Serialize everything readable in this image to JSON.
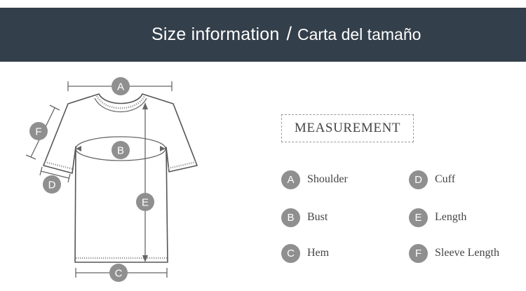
{
  "banner": {
    "title_en": "Size information",
    "separator": "/",
    "title_es": "Carta del tamaño",
    "background": "#333f4a"
  },
  "figure": {
    "garment": "t-shirt",
    "markers": [
      "A",
      "B",
      "C",
      "D",
      "E",
      "F"
    ]
  },
  "legend": {
    "title": "MEASUREMENT",
    "items": [
      {
        "letter": "A",
        "label": "Shoulder"
      },
      {
        "letter": "B",
        "label": "Bust"
      },
      {
        "letter": "C",
        "label": "Hem"
      },
      {
        "letter": "D",
        "label": "Cuff"
      },
      {
        "letter": "E",
        "label": "Length"
      },
      {
        "letter": "F",
        "label": "Sleeve Length"
      }
    ],
    "badge_color": "#8f8f8f"
  }
}
